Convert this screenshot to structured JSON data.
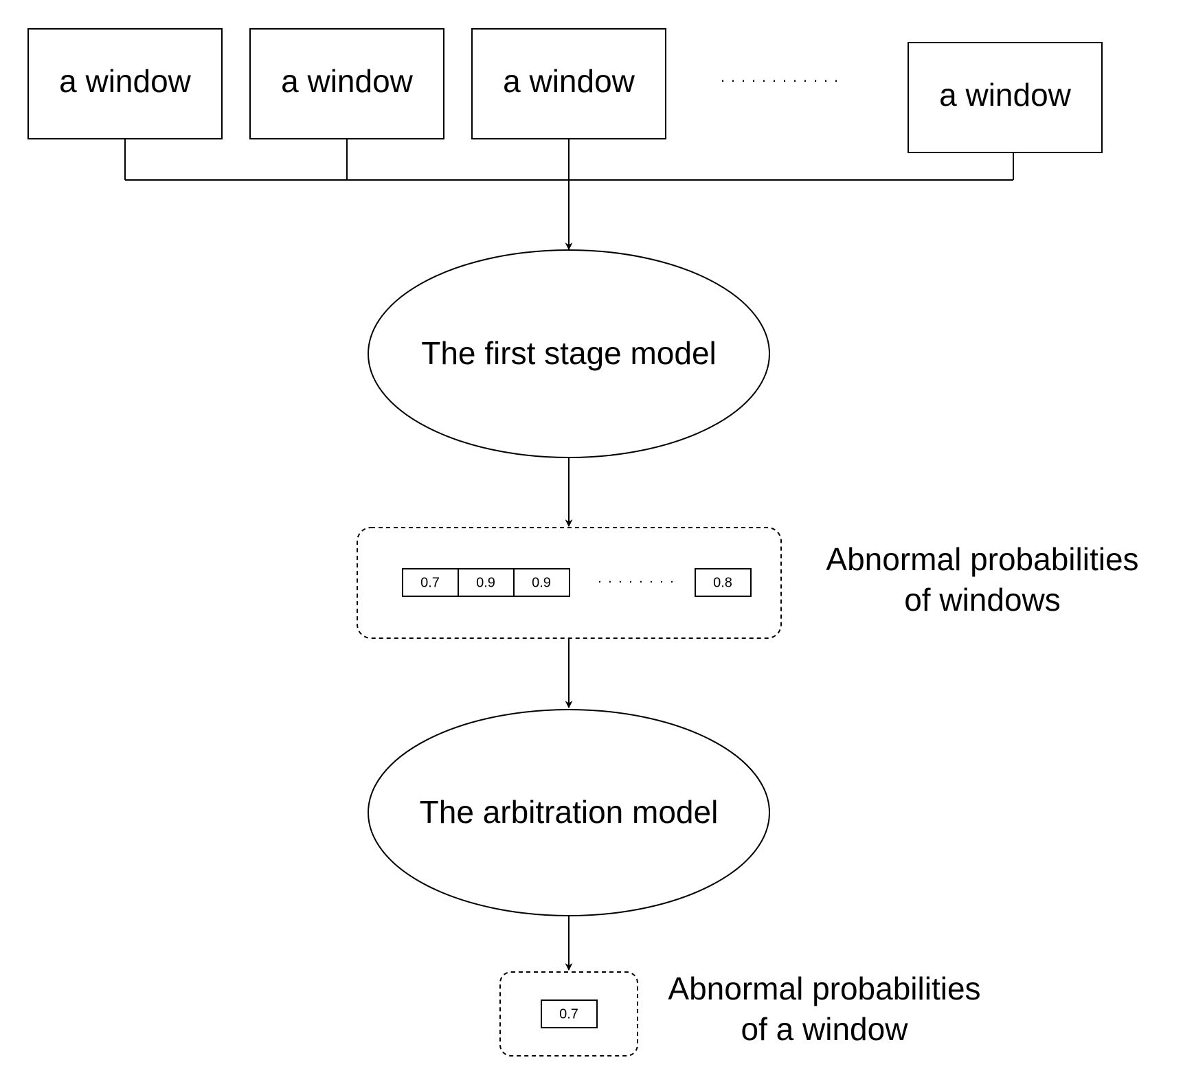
{
  "colors": {
    "stroke": "#000000",
    "background": "#ffffff"
  },
  "windows": [
    {
      "label": "a window"
    },
    {
      "label": "a window"
    },
    {
      "label": "a window"
    },
    {
      "label": "a window"
    }
  ],
  "ellipsis_glyph": "·",
  "first_stage": {
    "label": "The first stage model"
  },
  "window_probabilities": {
    "cells": [
      "0.7",
      "0.9",
      "0.9"
    ],
    "last_cell": "0.8",
    "caption_line1": "Abnormal probabilities",
    "caption_line2": "of windows"
  },
  "arbitration": {
    "label": "The arbitration model"
  },
  "final_probability": {
    "cell": "0.7",
    "caption_line1": "Abnormal probabilities",
    "caption_line2": "of a window"
  }
}
